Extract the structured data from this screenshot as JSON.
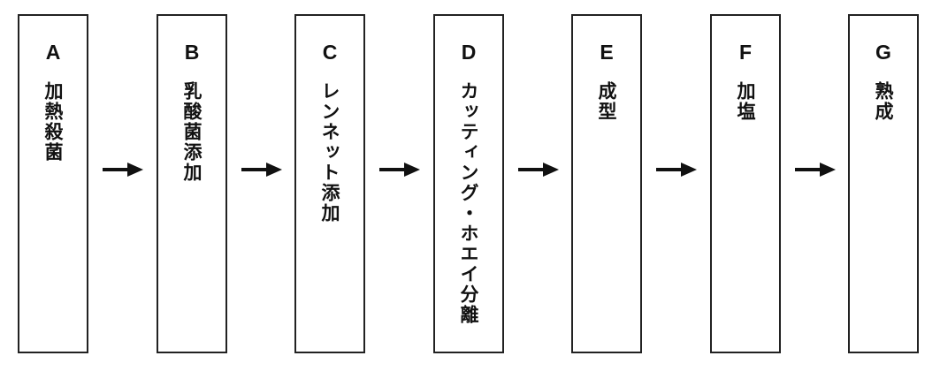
{
  "steps": [
    {
      "letter": "A",
      "text": "加熱殺菌"
    },
    {
      "letter": "B",
      "text": "乳酸菌添加"
    },
    {
      "letter": "C",
      "text": "レンネット添加"
    },
    {
      "letter": "D",
      "text": "カッティング・ホエイ分離"
    },
    {
      "letter": "E",
      "text": "成型"
    },
    {
      "letter": "F",
      "text": "加塩"
    },
    {
      "letter": "G",
      "text": "熟成"
    }
  ],
  "colors": {
    "border": "#222222",
    "text": "#111111",
    "arrow": "#111111",
    "background": "#ffffff"
  },
  "icons": {
    "connector": "arrow-right-icon"
  }
}
